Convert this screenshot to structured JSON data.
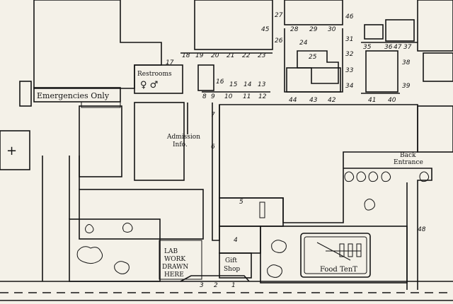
{
  "labels": {
    "emergencies": "Emergencies Only",
    "restrooms": "Restrooms",
    "admission_line1": "Admission",
    "admission_line2": "Info.",
    "back_entrance_line1": "Back",
    "back_entrance_line2": "Entrance",
    "lab_line1": "LAB",
    "lab_line2": "WORK",
    "lab_line3": "DRAWN",
    "lab_line4": "HERE",
    "gift_line1": "Gift",
    "gift_line2": "Shop",
    "food_tent": "Food TenT"
  },
  "booth_numbers": {
    "n1": "1",
    "n2": "2",
    "n3": "3",
    "n4": "4",
    "n5": "5",
    "n6": "6",
    "n7": "7",
    "n8": "8",
    "n9": "9",
    "n10": "10",
    "n11": "11",
    "n12": "12",
    "n13": "13",
    "n14": "14",
    "n15": "15",
    "n16": "16",
    "n17": "17",
    "n18": "18",
    "n19": "19",
    "n20": "20",
    "n21": "21",
    "n22": "22",
    "n23": "23",
    "n24": "24",
    "n25": "25",
    "n26": "26",
    "n27": "27",
    "n28": "28",
    "n29": "29",
    "n30": "30",
    "n31": "31",
    "n32": "32",
    "n33": "33",
    "n34": "34",
    "n35": "35",
    "n36": "36",
    "n37": "37",
    "n38": "38",
    "n39": "39",
    "n40": "40",
    "n41": "41",
    "n42": "42",
    "n43": "43",
    "n44": "44",
    "n45": "45",
    "n46": "46",
    "n47": "47",
    "n48": "48"
  },
  "symbols": {
    "first_aid": "+",
    "restroom_figures": "♀ ♂"
  },
  "colors": {
    "ink": "#141414",
    "paper": "#f4f1e8"
  }
}
